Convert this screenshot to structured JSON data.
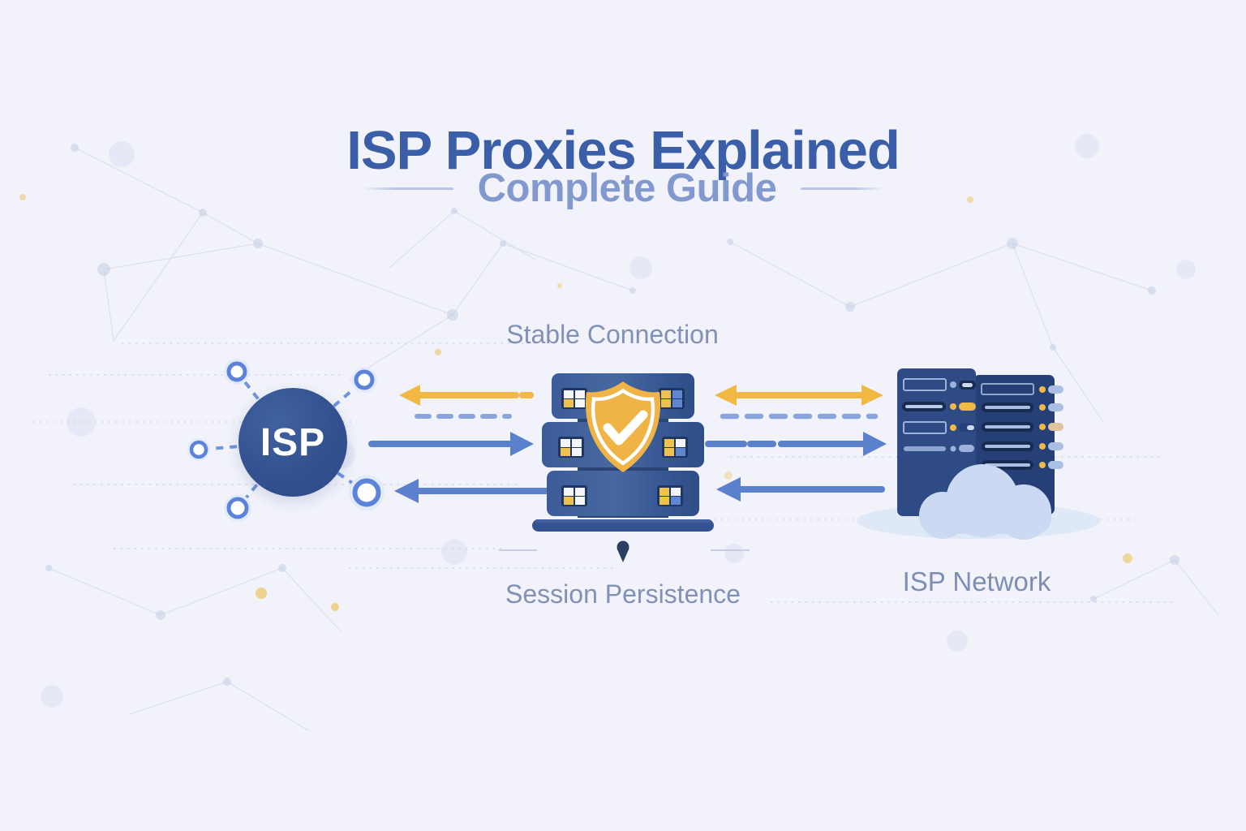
{
  "header": {
    "title": "ISP Proxies Explained",
    "subtitle": "Complete Guide"
  },
  "diagram": {
    "isp_label": "ISP",
    "stable_connection_label": "Stable Connection",
    "session_persistence_label": "Session Persistence",
    "isp_network_label": "ISP Network"
  },
  "flows": {
    "isp_to_proxy": [
      {
        "color": "yellow",
        "direction": "left",
        "style": "solid"
      },
      {
        "color": "blue",
        "direction": "none",
        "style": "dashed"
      },
      {
        "color": "blue",
        "direction": "right",
        "style": "solid"
      },
      {
        "color": "blue",
        "direction": "left",
        "style": "solid"
      }
    ],
    "proxy_to_network": [
      {
        "color": "yellow",
        "direction": "both",
        "style": "solid"
      },
      {
        "color": "blue",
        "direction": "none",
        "style": "dashed"
      },
      {
        "color": "blue",
        "direction": "right",
        "style": "dash-then-solid"
      },
      {
        "color": "blue",
        "direction": "left",
        "style": "solid"
      }
    ]
  },
  "icons": {
    "proxy_badge": "shield-check",
    "network_base": "cloud",
    "session_marker": "location-pin"
  },
  "colors": {
    "background": "#f2f3fa",
    "title_blue": "#3b5ea8",
    "subtitle_blue": "#8299cf",
    "label_gray_blue": "#8191b6",
    "arrow_yellow": "#f2b844",
    "arrow_blue": "#5b80cc",
    "dashed_blue": "#8aa5de",
    "isp_circle_navy": "#31508e",
    "proxy_body_blue": "#41619f",
    "server_tower_navy": "#2e4b86",
    "shield_gold": "#efb445",
    "cloud_light_blue": "#cbdaf2"
  }
}
